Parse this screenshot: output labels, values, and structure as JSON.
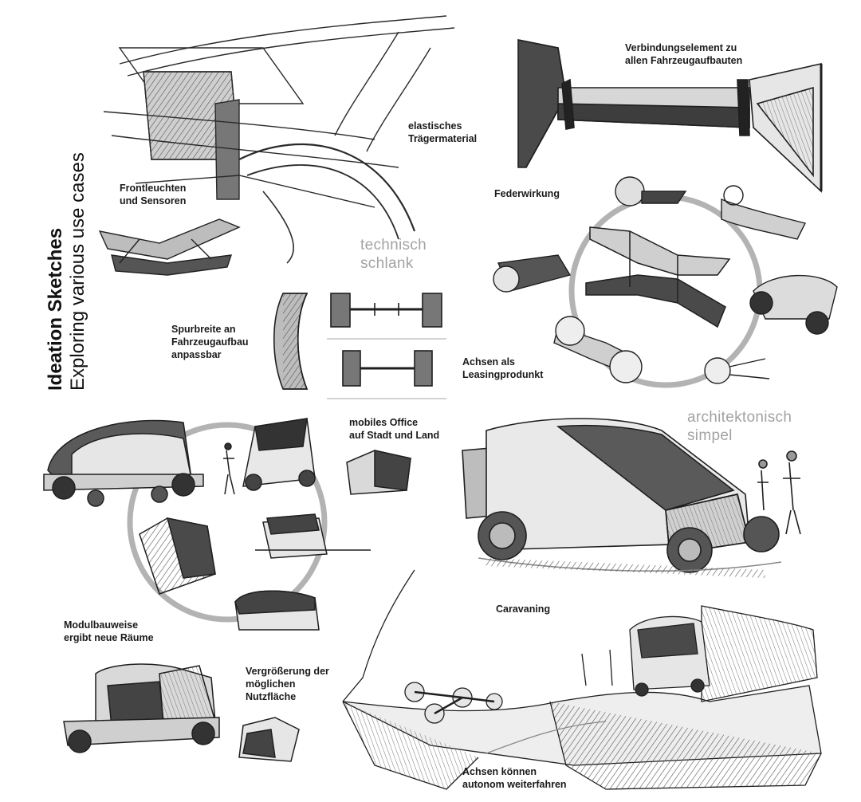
{
  "title": {
    "heading": "Ideation Sketches",
    "subheading": "Exploring various use cases"
  },
  "annotations": {
    "frontleuchten": [
      "Frontleuchten",
      "und Sensoren"
    ],
    "elastisches": [
      "elastisches",
      "Trägermaterial"
    ],
    "verbindung": [
      "Verbindungselement zu",
      "allen Fahrzeugaufbauten"
    ],
    "federwirkung": [
      "Federwirkung"
    ],
    "spurbreite": [
      "Spurbreite an",
      "Fahrzeugaufbau",
      "anpassbar"
    ],
    "achsen_leasing": [
      "Achsen als",
      "Leasingprodunkt"
    ],
    "mobiles_office": [
      "mobiles Office",
      "auf Stadt und Land"
    ],
    "modulbauweise": [
      "Modulbauweise",
      "ergibt neue Räume"
    ],
    "vergroesserung": [
      "Vergrößerung der",
      "möglichen",
      "Nutzfläche"
    ],
    "caravaning": [
      "Caravaning"
    ],
    "achsen_autonom": [
      "Achsen können",
      "autonom weiterfahren"
    ]
  },
  "headlines": {
    "technisch": [
      "technisch",
      "schlank"
    ],
    "architektonisch": [
      "architektonisch",
      "simpel"
    ]
  },
  "colors": {
    "ink": "#1f1f1f",
    "shade": "#6b6b6b",
    "highlight_gray": "#a3a3a3",
    "circle_gray": "#b3b3b3"
  }
}
